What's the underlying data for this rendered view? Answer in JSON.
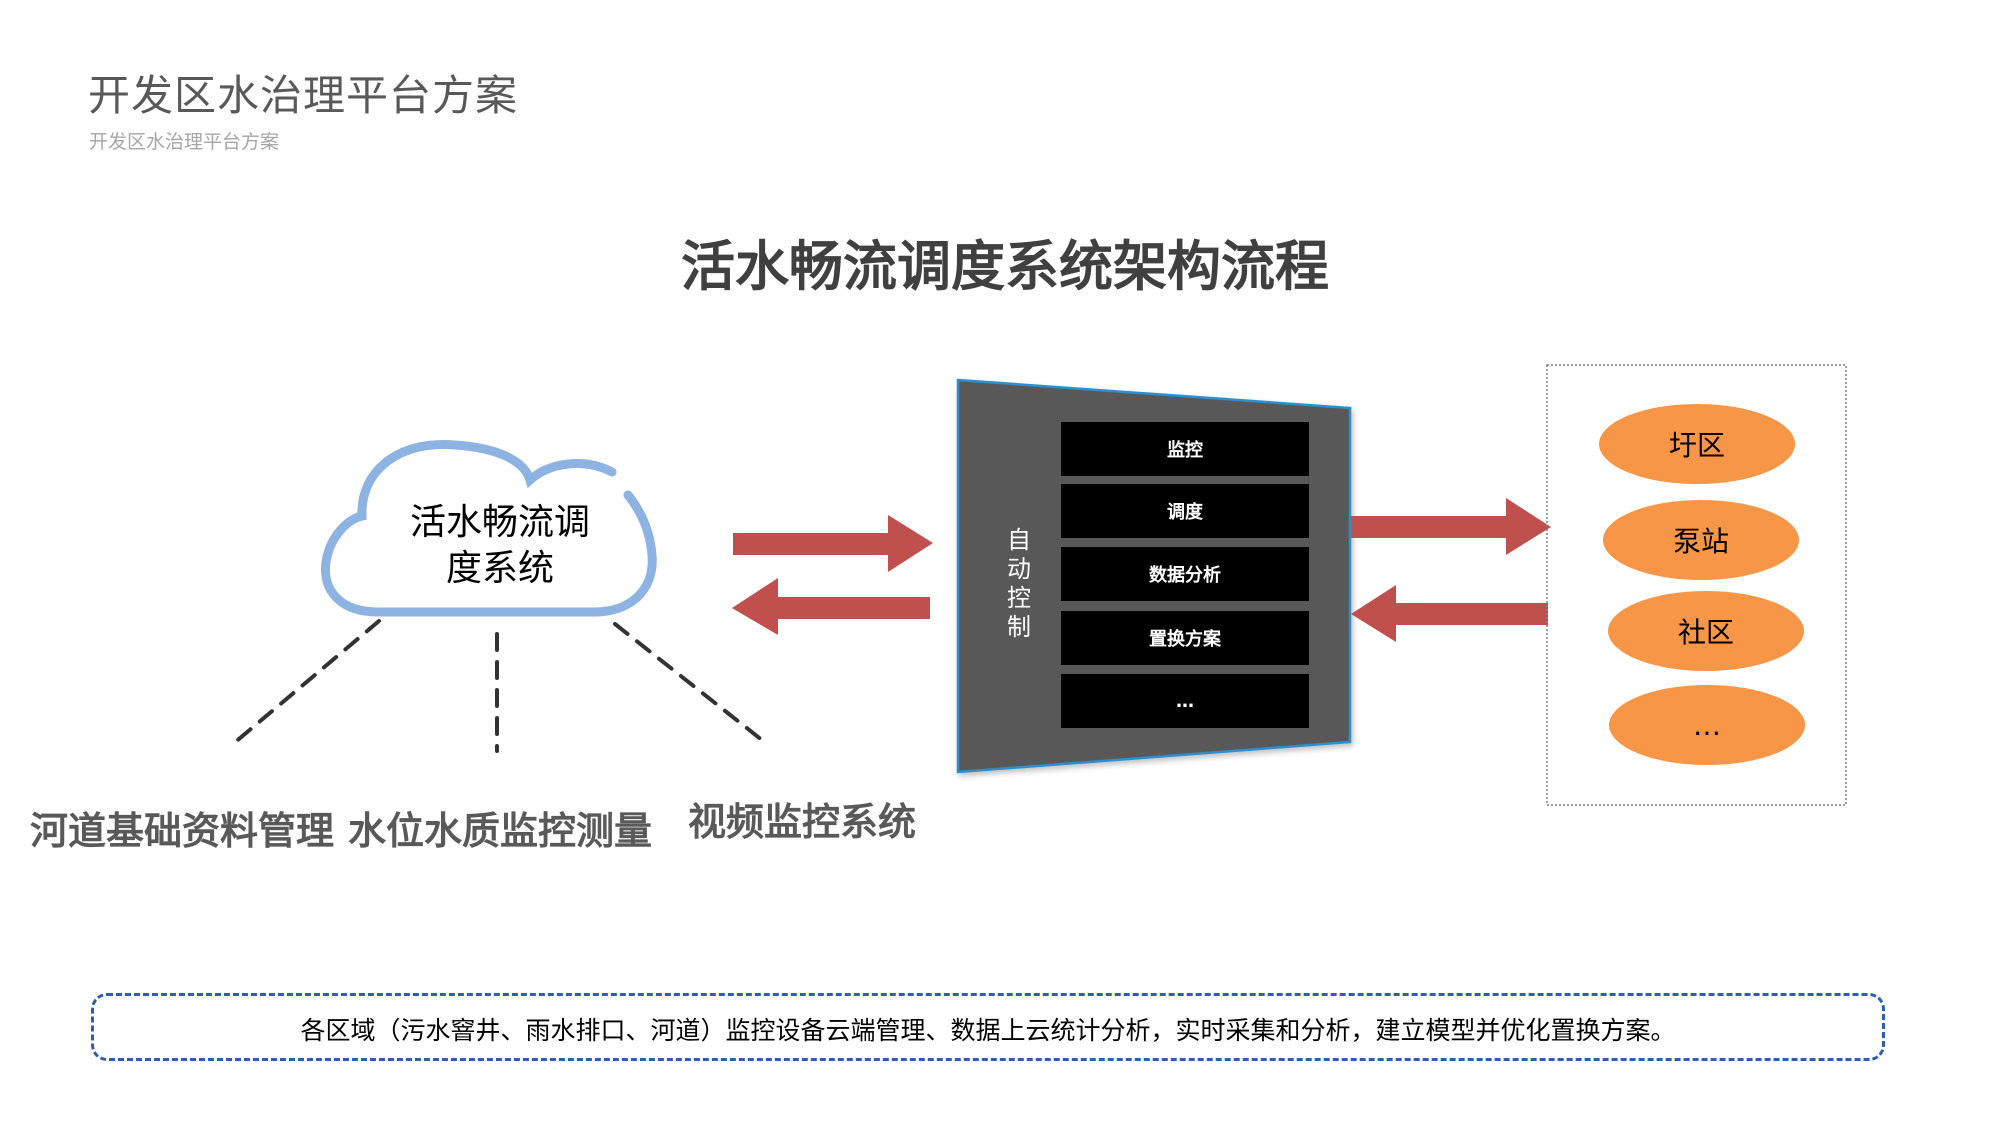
{
  "header": {
    "title": "开发区水治理平台方案",
    "subtitle": "开发区水治理平台方案"
  },
  "diagram": {
    "title": "活水畅流调度系统架构流程",
    "cloud": {
      "line1": "活水畅流调",
      "line2": "度系统",
      "stroke_color": "#8DB3E2"
    },
    "subsystems": [
      "河道基础资料管理",
      "水位水质监控测量",
      "视频监控系统"
    ],
    "control_panel": {
      "label": "自动控制",
      "label_chars": [
        "自",
        "动",
        "控",
        "制"
      ],
      "fill_color": "#595959",
      "border_color": "#2F8FD0",
      "modules": [
        "监控",
        "调度",
        "数据分析",
        "置换方案",
        "…"
      ]
    },
    "targets": {
      "items": [
        "圩区",
        "泵站",
        "社区",
        "…"
      ],
      "fill_color": "#F79646"
    },
    "arrow_color": "#C0504D"
  },
  "note": {
    "text": "各区域（污水窨井、雨水排口、河道）监控设备云端管理、数据上云统计分析，实时采集和分析，建立模型并优化置换方案。",
    "border_color": "#2E5FA8"
  }
}
